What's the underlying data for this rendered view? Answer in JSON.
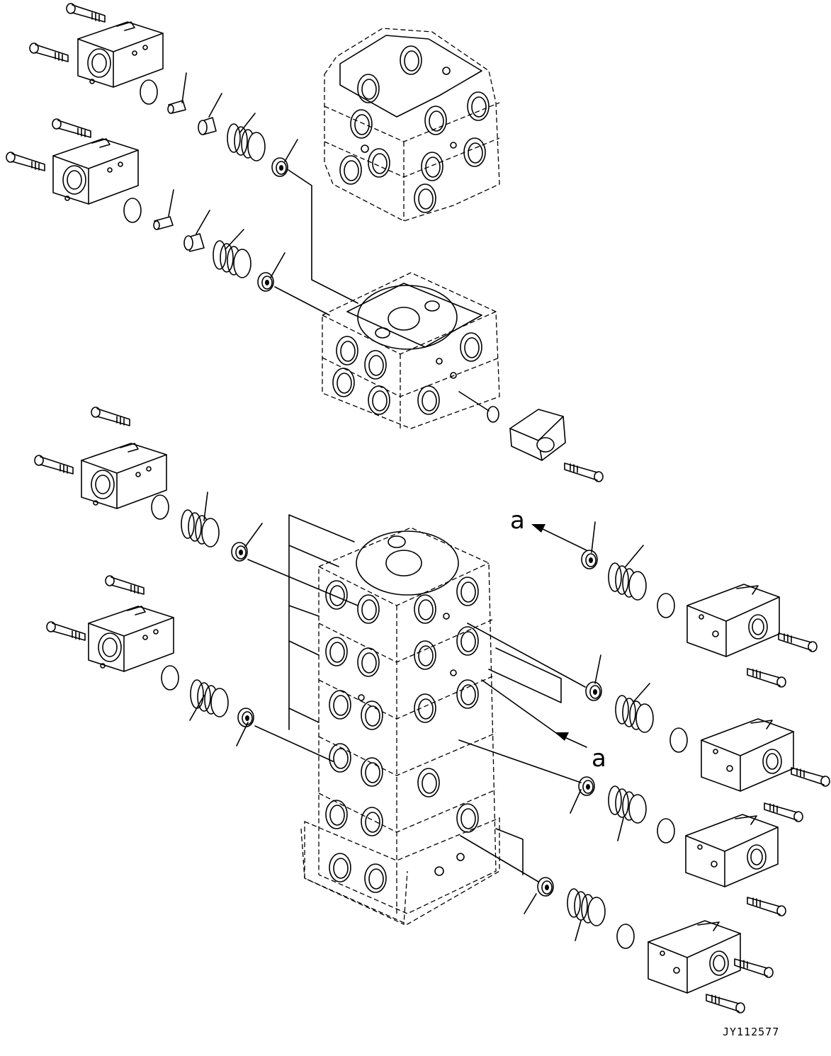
{
  "diagram": {
    "callouts": [
      "a",
      "a"
    ],
    "drawing_number": "JY112577"
  }
}
